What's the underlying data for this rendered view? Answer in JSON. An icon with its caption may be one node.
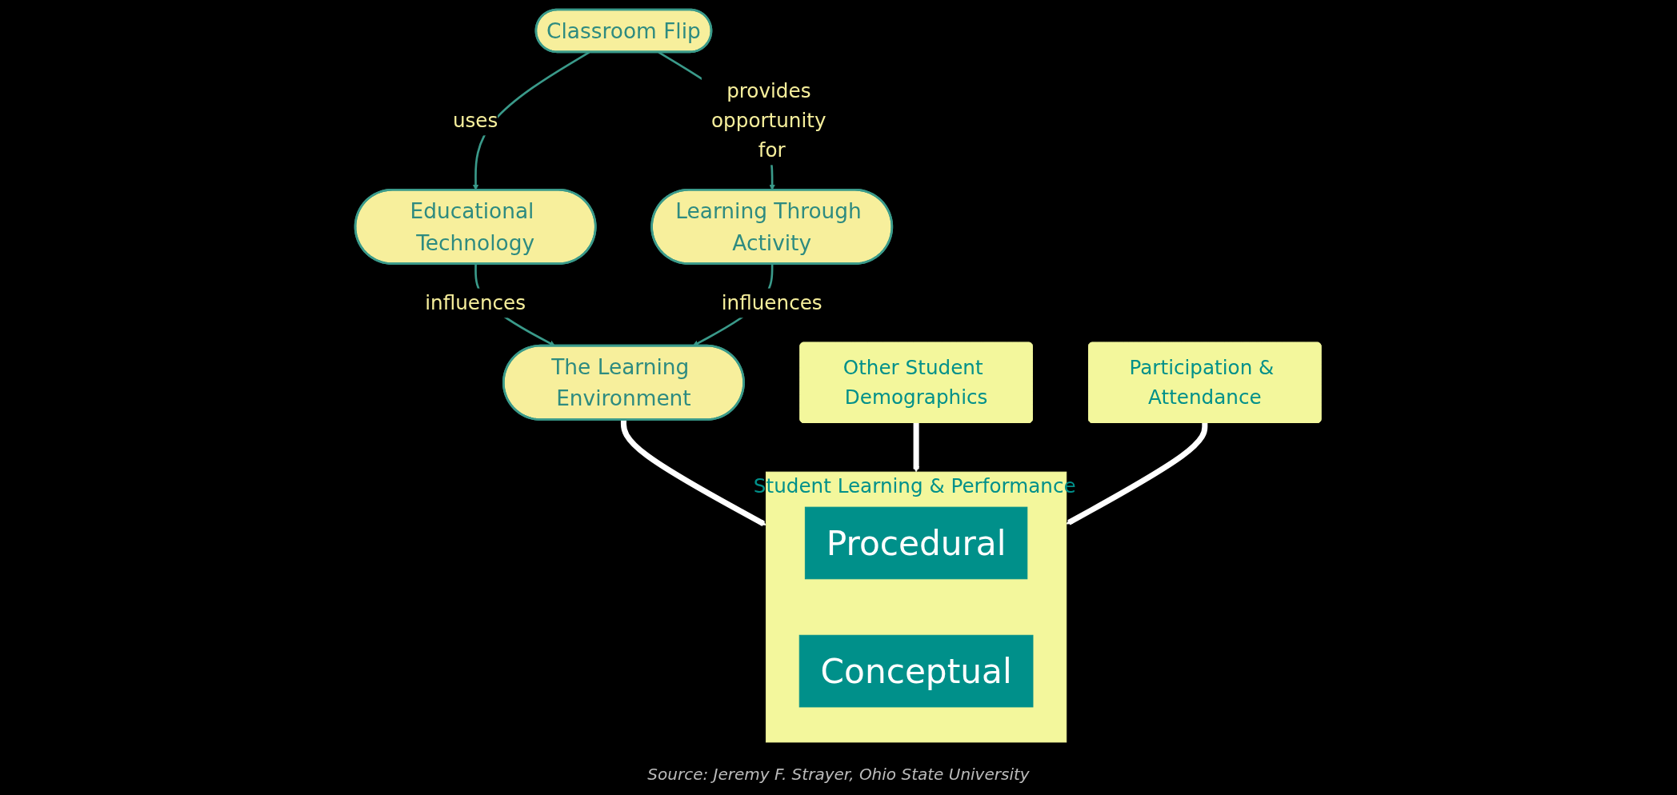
{
  "diagram": {
    "caption": "Source: Jeremy F. Strayer, Ohio State University",
    "nodes": [
      {
        "text": [
          "Classroom Flip"
        ]
      },
      {
        "text": [
          "Educational Technology"
        ]
      },
      {
        "text": [
          "Learning Through Activity"
        ]
      },
      {
        "text": [
          "The Learning Environment"
        ]
      },
      {
        "text": [
          "Other Student Demographics"
        ]
      },
      {
        "text": [
          "Participation & Attendance"
        ]
      },
      {
        "text": [
          "Student Learning & Performance"
        ]
      },
      {
        "text": [
          "Procedural"
        ],
        "in": 6
      },
      {
        "text": [
          "Conceptual"
        ],
        "in": 6
      }
    ],
    "edges": [
      {
        "from": 0,
        "to": 1,
        "label": "uses",
        "arrow": "to"
      },
      {
        "from": 0,
        "to": 2,
        "label": "provides opportunity for",
        "arrow": "to"
      },
      {
        "from": 1,
        "to": 3,
        "label": "influences",
        "arrow": "to"
      },
      {
        "from": 2,
        "to": 3,
        "label": "influences",
        "arrow": "to"
      },
      {
        "from": 3,
        "to": 6,
        "arrow": "to",
        "style": "thick",
        "color": "#ffffff"
      },
      {
        "from": 4,
        "to": 6,
        "arrow": "to",
        "style": "thick",
        "color": "#ffffff"
      },
      {
        "from": 5,
        "to": 6,
        "arrow": "to",
        "style": "thick",
        "color": "#ffffff"
      }
    ]
  }
}
